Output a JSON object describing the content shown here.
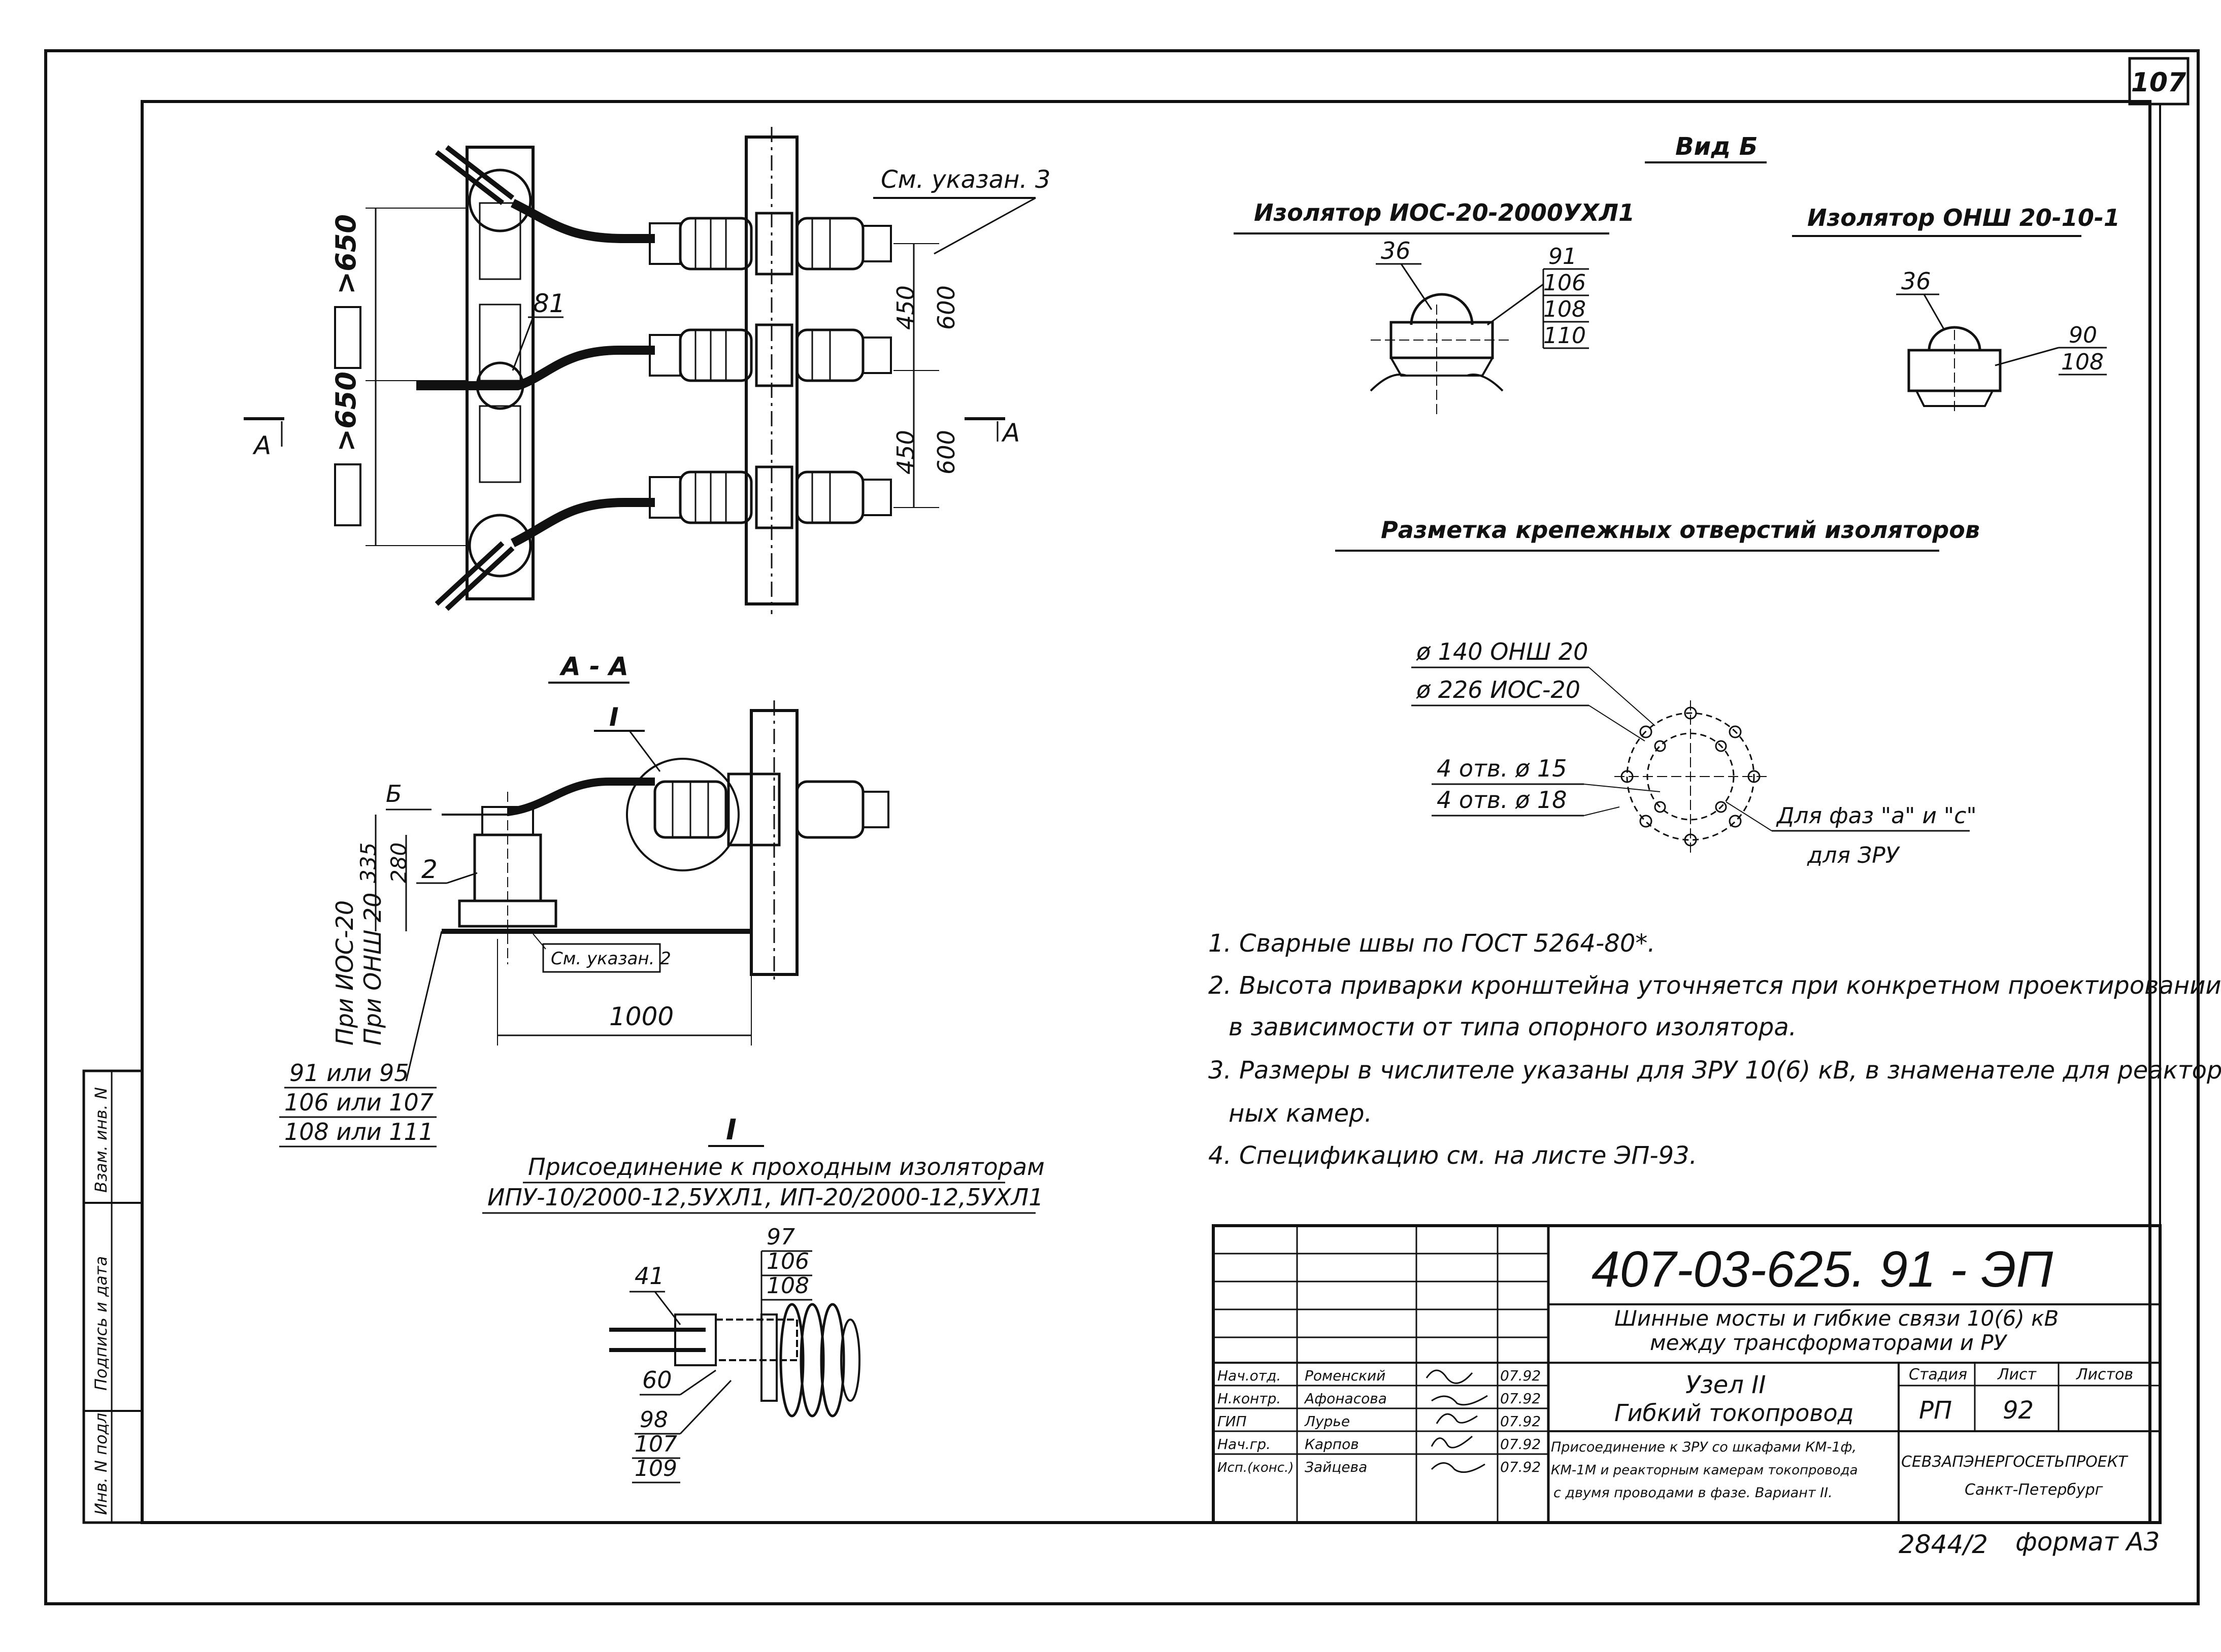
{
  "sheet_corner_number": "107",
  "top_view": {
    "note_ref": "См. указан. 3",
    "dim_left_1": ">650",
    "dim_left_2": ">650",
    "item_81": "81",
    "dim_450_1": "450",
    "dim_600_1": "600",
    "dim_450_2": "450",
    "dim_600_2": "600",
    "section_mark_left": "А",
    "section_mark_right": "А"
  },
  "view_b": {
    "title": "Вид Б",
    "insulator_1": {
      "title": "Изолятор ИОС-20-2000УХЛ1",
      "item_36": "36",
      "items": [
        "91",
        "106",
        "108",
        "110"
      ]
    },
    "insulator_2": {
      "title": "Изолятор ОНШ 20-10-1",
      "item_36": "36",
      "items": [
        "90",
        "108"
      ]
    }
  },
  "hole_marking": {
    "title": "Разметка крепежных отверстий изоляторов",
    "d140": "ø 140  ОНШ 20",
    "d226": "ø 226  ИОС-20",
    "holes_15": "4 отв. ø 15",
    "holes_18": "4 отв. ø 18",
    "phase_note": "Для фаз  \"а\" и \"с\"",
    "for_zru": "для ЗРУ"
  },
  "section_aa": {
    "title": "А - А",
    "callout_I": "I",
    "mark_B": "Б",
    "dim_335": "335",
    "dim_280": "280",
    "item_2": "2",
    "note_ref": "См. указан. 2",
    "dim_1000": "1000",
    "label_ios": "При ИОС-20",
    "label_onsh": "При ОНШ 20",
    "items": [
      "91 или 95",
      "106 или 107",
      "108 или 111"
    ]
  },
  "detail_I": {
    "roman": "I",
    "title": "Присоединение к проходным изоляторам",
    "subtitle": "ИПУ-10/2000-12,5УХЛ1, ИП-20/2000-12,5УХЛ1",
    "item_41": "41",
    "item_60": "60",
    "items_top": [
      "97",
      "106",
      "108"
    ],
    "items_bottom": [
      "98",
      "107",
      "109"
    ]
  },
  "notes": [
    "1. Сварные швы по ГОСТ 5264-80*.",
    "2. Высота приварки кронштейна уточняется при конкретном проектировании,",
    "в зависимости от типа опорного изолятора.",
    "3. Размеры в числителе указаны для ЗРУ 10(6) кВ, в знаменателе для реактор-",
    "ных камер.",
    "4. Спецификацию см. на листе ЭП-93."
  ],
  "side_stamp": [
    "Взам. инв. N",
    "Подпись и дата",
    "Инв. N подл."
  ],
  "title_block": {
    "doc_code": "407-03-625. 91 - ЭП",
    "project_1": "Шинные мосты и гибкие связи 10(6) кВ",
    "project_2": "между трансформаторами и РУ",
    "roles": [
      "Нач.отд.",
      "Н.контр.",
      "ГИП",
      "Нач.гр.",
      "Исп.(конс.)"
    ],
    "names": [
      "Роменский",
      "Афонасова",
      "Лурье",
      "Карпов",
      "Зайцева"
    ],
    "dates": [
      "07.92",
      "07.92",
      "07.92",
      "07.92",
      "07.92"
    ],
    "node_title": "Узел II",
    "node_subtitle": "Гибкий токопровод",
    "stage_h": "Стадия",
    "sheet_h": "Лист",
    "sheets_h": "Листов",
    "stage": "РП",
    "sheet": "92",
    "desc_1": "Присоединение к ЗРУ со шкафами КМ-1ф,",
    "desc_2": "КМ-1М и реакторным камерам токопровода",
    "desc_3": "с двумя проводами в фазе. Вариант II.",
    "org": "СЕВЗАПЭНЕРГОСЕТЬПРОЕКТ",
    "city": "Санкт-Петербург"
  },
  "bottom_mark": "2844/2",
  "format": "формат А3"
}
